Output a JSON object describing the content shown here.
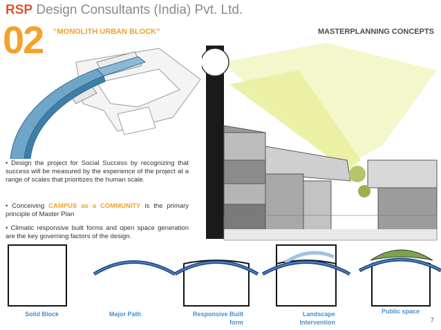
{
  "header": {
    "brand": "RSP",
    "company": " Design Consultants (India) Pvt. Ltd."
  },
  "number": "02",
  "subtitle": "“MONOLITH URBAN BLOCK”",
  "section_title": "MASTERPLANNING CONCEPTS",
  "bullets": [
    {
      "text": "• Design the project for Social Success by recognizing that success will be measured by the experience of the project at a range of scales that prioritizes the human scale."
    },
    {
      "pre": "• Conceiving ",
      "highlight": "CAMPUS as a COMMUNITY",
      "post": " is the primary principle of Master Plan"
    },
    {
      "text": "• Climatic responsive built forms and open space generation are the key governing factors of the design."
    }
  ],
  "diagrams": [
    {
      "caption": "Solid Block"
    },
    {
      "caption": "Major Path"
    },
    {
      "caption": "Responsive Built form"
    },
    {
      "caption": "Landscape Intervention"
    },
    {
      "caption": "Public space"
    }
  ],
  "page_number": "7",
  "colors": {
    "brand": "#e0522a",
    "accent": "#f5a12a",
    "path_blue": "#3a73b0",
    "light_blue": "#9fc3e0",
    "green": "#7aa64a",
    "caption_blue": "#4a8fc9"
  }
}
